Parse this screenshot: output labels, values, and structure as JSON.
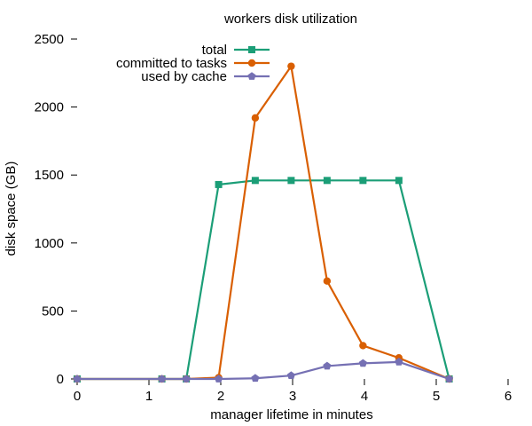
{
  "chart_data": {
    "type": "line",
    "title": "workers disk utilization",
    "xlabel": "manager lifetime in minutes",
    "ylabel": "disk space (GB)",
    "xlim": [
      0,
      6
    ],
    "ylim": [
      0,
      2500
    ],
    "xticks": [
      0,
      1,
      2,
      3,
      4,
      5,
      6
    ],
    "yticks": [
      0,
      500,
      1000,
      1500,
      2000,
      2500
    ],
    "grid": false,
    "legend_position": "top-center",
    "series": [
      {
        "name": "total",
        "color": "#1b9e77",
        "marker": "square",
        "points": [
          [
            0,
            0
          ],
          [
            1.18,
            0
          ],
          [
            1.52,
            0
          ],
          [
            1.97,
            1430
          ],
          [
            2.48,
            1460
          ],
          [
            2.98,
            1460
          ],
          [
            3.48,
            1460
          ],
          [
            3.98,
            1460
          ],
          [
            4.48,
            1460
          ],
          [
            5.18,
            0
          ]
        ]
      },
      {
        "name": "committed to tasks",
        "color": "#d95f02",
        "marker": "circle",
        "points": [
          [
            0,
            0
          ],
          [
            1.18,
            0
          ],
          [
            1.52,
            0
          ],
          [
            1.97,
            10
          ],
          [
            2.48,
            1920
          ],
          [
            2.98,
            2300
          ],
          [
            3.48,
            720
          ],
          [
            3.98,
            245
          ],
          [
            4.48,
            155
          ],
          [
            5.18,
            0
          ]
        ]
      },
      {
        "name": "used by cache",
        "color": "#7570b3",
        "marker": "pentagon",
        "points": [
          [
            0,
            0
          ],
          [
            1.18,
            0
          ],
          [
            1.52,
            0
          ],
          [
            1.97,
            0
          ],
          [
            2.48,
            5
          ],
          [
            2.98,
            25
          ],
          [
            3.48,
            95
          ],
          [
            3.98,
            115
          ],
          [
            4.48,
            125
          ],
          [
            5.18,
            0
          ]
        ]
      }
    ]
  }
}
